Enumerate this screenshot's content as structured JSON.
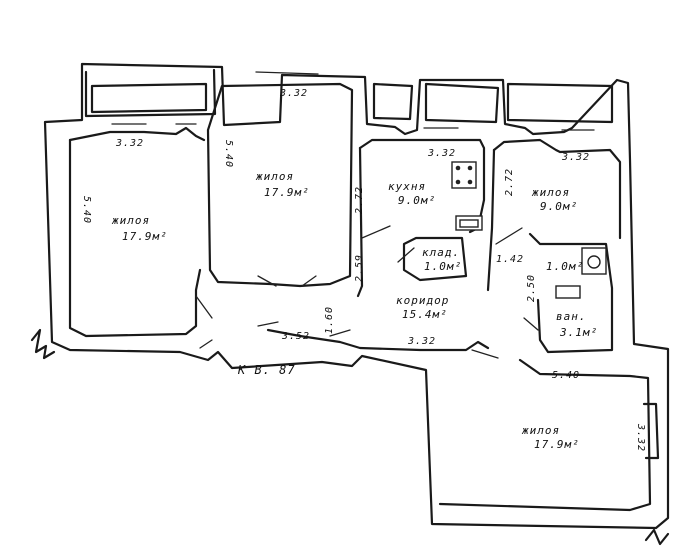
{
  "apartment": {
    "label": "К В. 87"
  },
  "rooms": [
    {
      "id": "living-west",
      "name": "жилоя",
      "area": "17.9м²"
    },
    {
      "id": "living-center",
      "name": "жилоя",
      "area": "17.9м²"
    },
    {
      "id": "kitchen",
      "name": "кухня",
      "area": "9.0м²"
    },
    {
      "id": "living-east",
      "name": "жилоя",
      "area": "9.0м²"
    },
    {
      "id": "storage",
      "name": "клад.",
      "area": "1.0м²"
    },
    {
      "id": "corridor",
      "name": "коридор",
      "area": "15.4м²"
    },
    {
      "id": "wc",
      "name": "",
      "area": "1.0м²"
    },
    {
      "id": "bath",
      "name": "ван.",
      "area": "3.1м²"
    },
    {
      "id": "living-south",
      "name": "жилоя",
      "area": "17.9м²"
    }
  ],
  "dimensions": {
    "center_top": "3.32",
    "west_top": "3.32",
    "west_side": "5.40",
    "center_side": "5.40",
    "kitchen_top": "3.32",
    "kitchen_side": "2.72",
    "kitchen_lower": "2.59",
    "east_top": "3.32",
    "east_side": "2.72",
    "east_lower": "1.42",
    "corridor_width": "1.60",
    "corridor_length": "3.52",
    "corridor_bottom": "3.32",
    "bath_side": "2.50",
    "south_top": "5.40",
    "south_side": "3.32"
  }
}
